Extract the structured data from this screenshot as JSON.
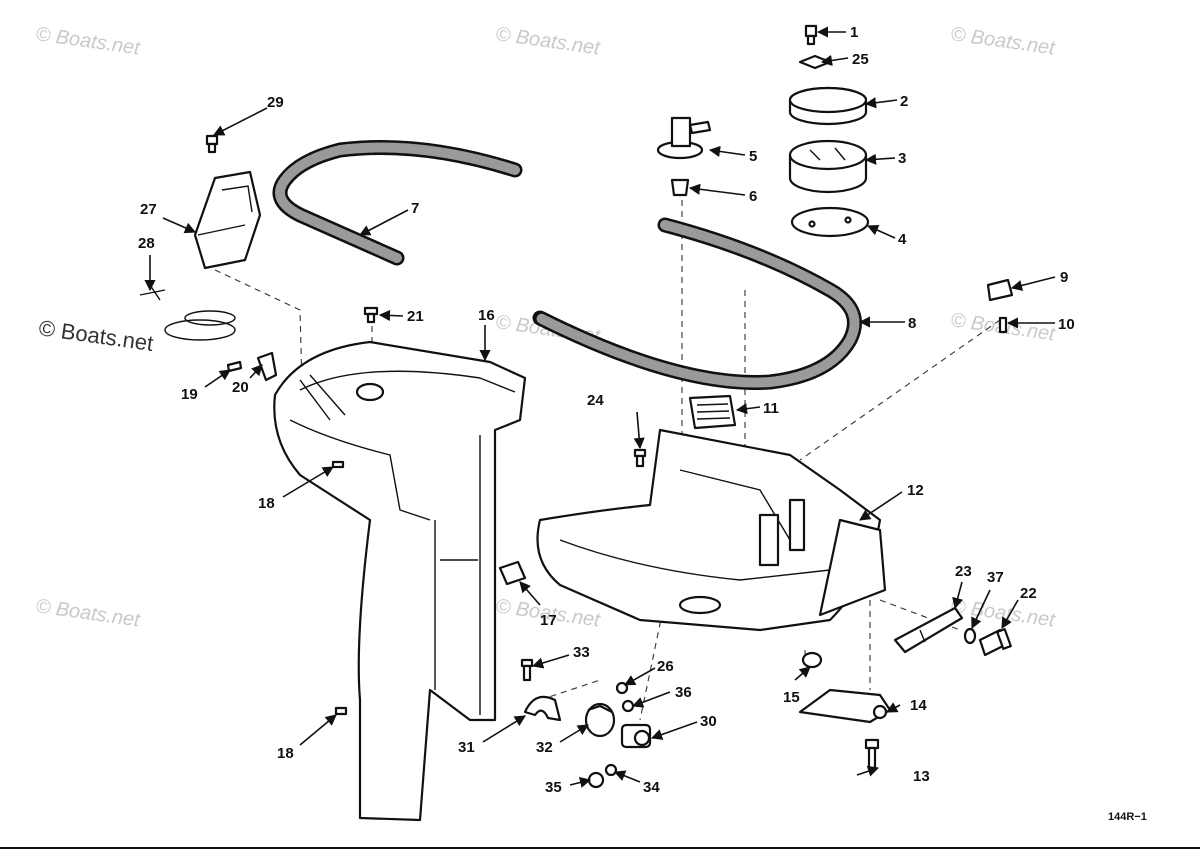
{
  "watermark": "© Boats.net",
  "drawing_ref": "144R−1",
  "callouts": [
    "1",
    "2",
    "3",
    "4",
    "5",
    "6",
    "7",
    "8",
    "9",
    "10",
    "11",
    "12",
    "13",
    "14",
    "15",
    "16",
    "17",
    "18",
    "18",
    "19",
    "20",
    "21",
    "22",
    "23",
    "24",
    "25",
    "26",
    "27",
    "28",
    "29",
    "30",
    "31",
    "32",
    "33",
    "34",
    "35",
    "36",
    "37"
  ]
}
